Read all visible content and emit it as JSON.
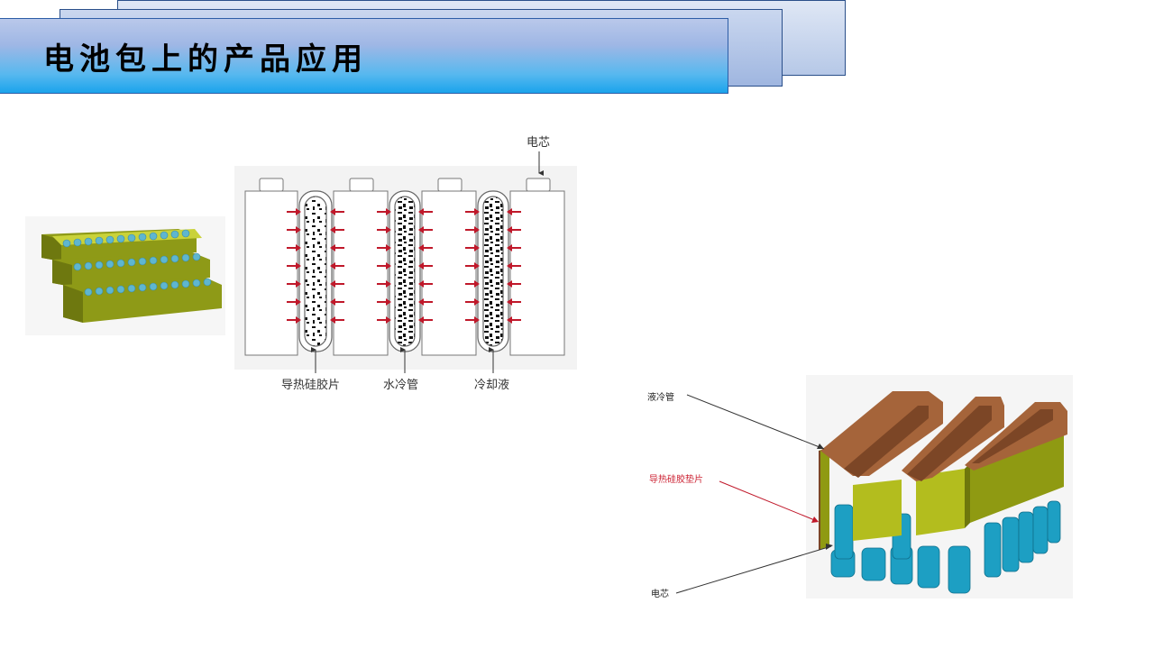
{
  "slide": {
    "title": "电池包上的产品应用"
  },
  "diagram_middle": {
    "labels": {
      "cell": "电芯",
      "thermal_pad": "导热硅胶片",
      "water_pipe": "水冷管",
      "coolant": "冷却液"
    }
  },
  "diagram_right": {
    "labels": {
      "liquid_pipe": "液冷管",
      "thermal_pad": "导热硅胶垫片",
      "cell": "电芯"
    }
  },
  "colors": {
    "banner_top": "#b9c8ea",
    "banner_bottom": "#1aa4ec",
    "arrow_red": "#c0182a",
    "pad_yellow": "#9aa51a",
    "cell_blue": "#1d9fc3",
    "pipe_brown": "#a5643a"
  }
}
